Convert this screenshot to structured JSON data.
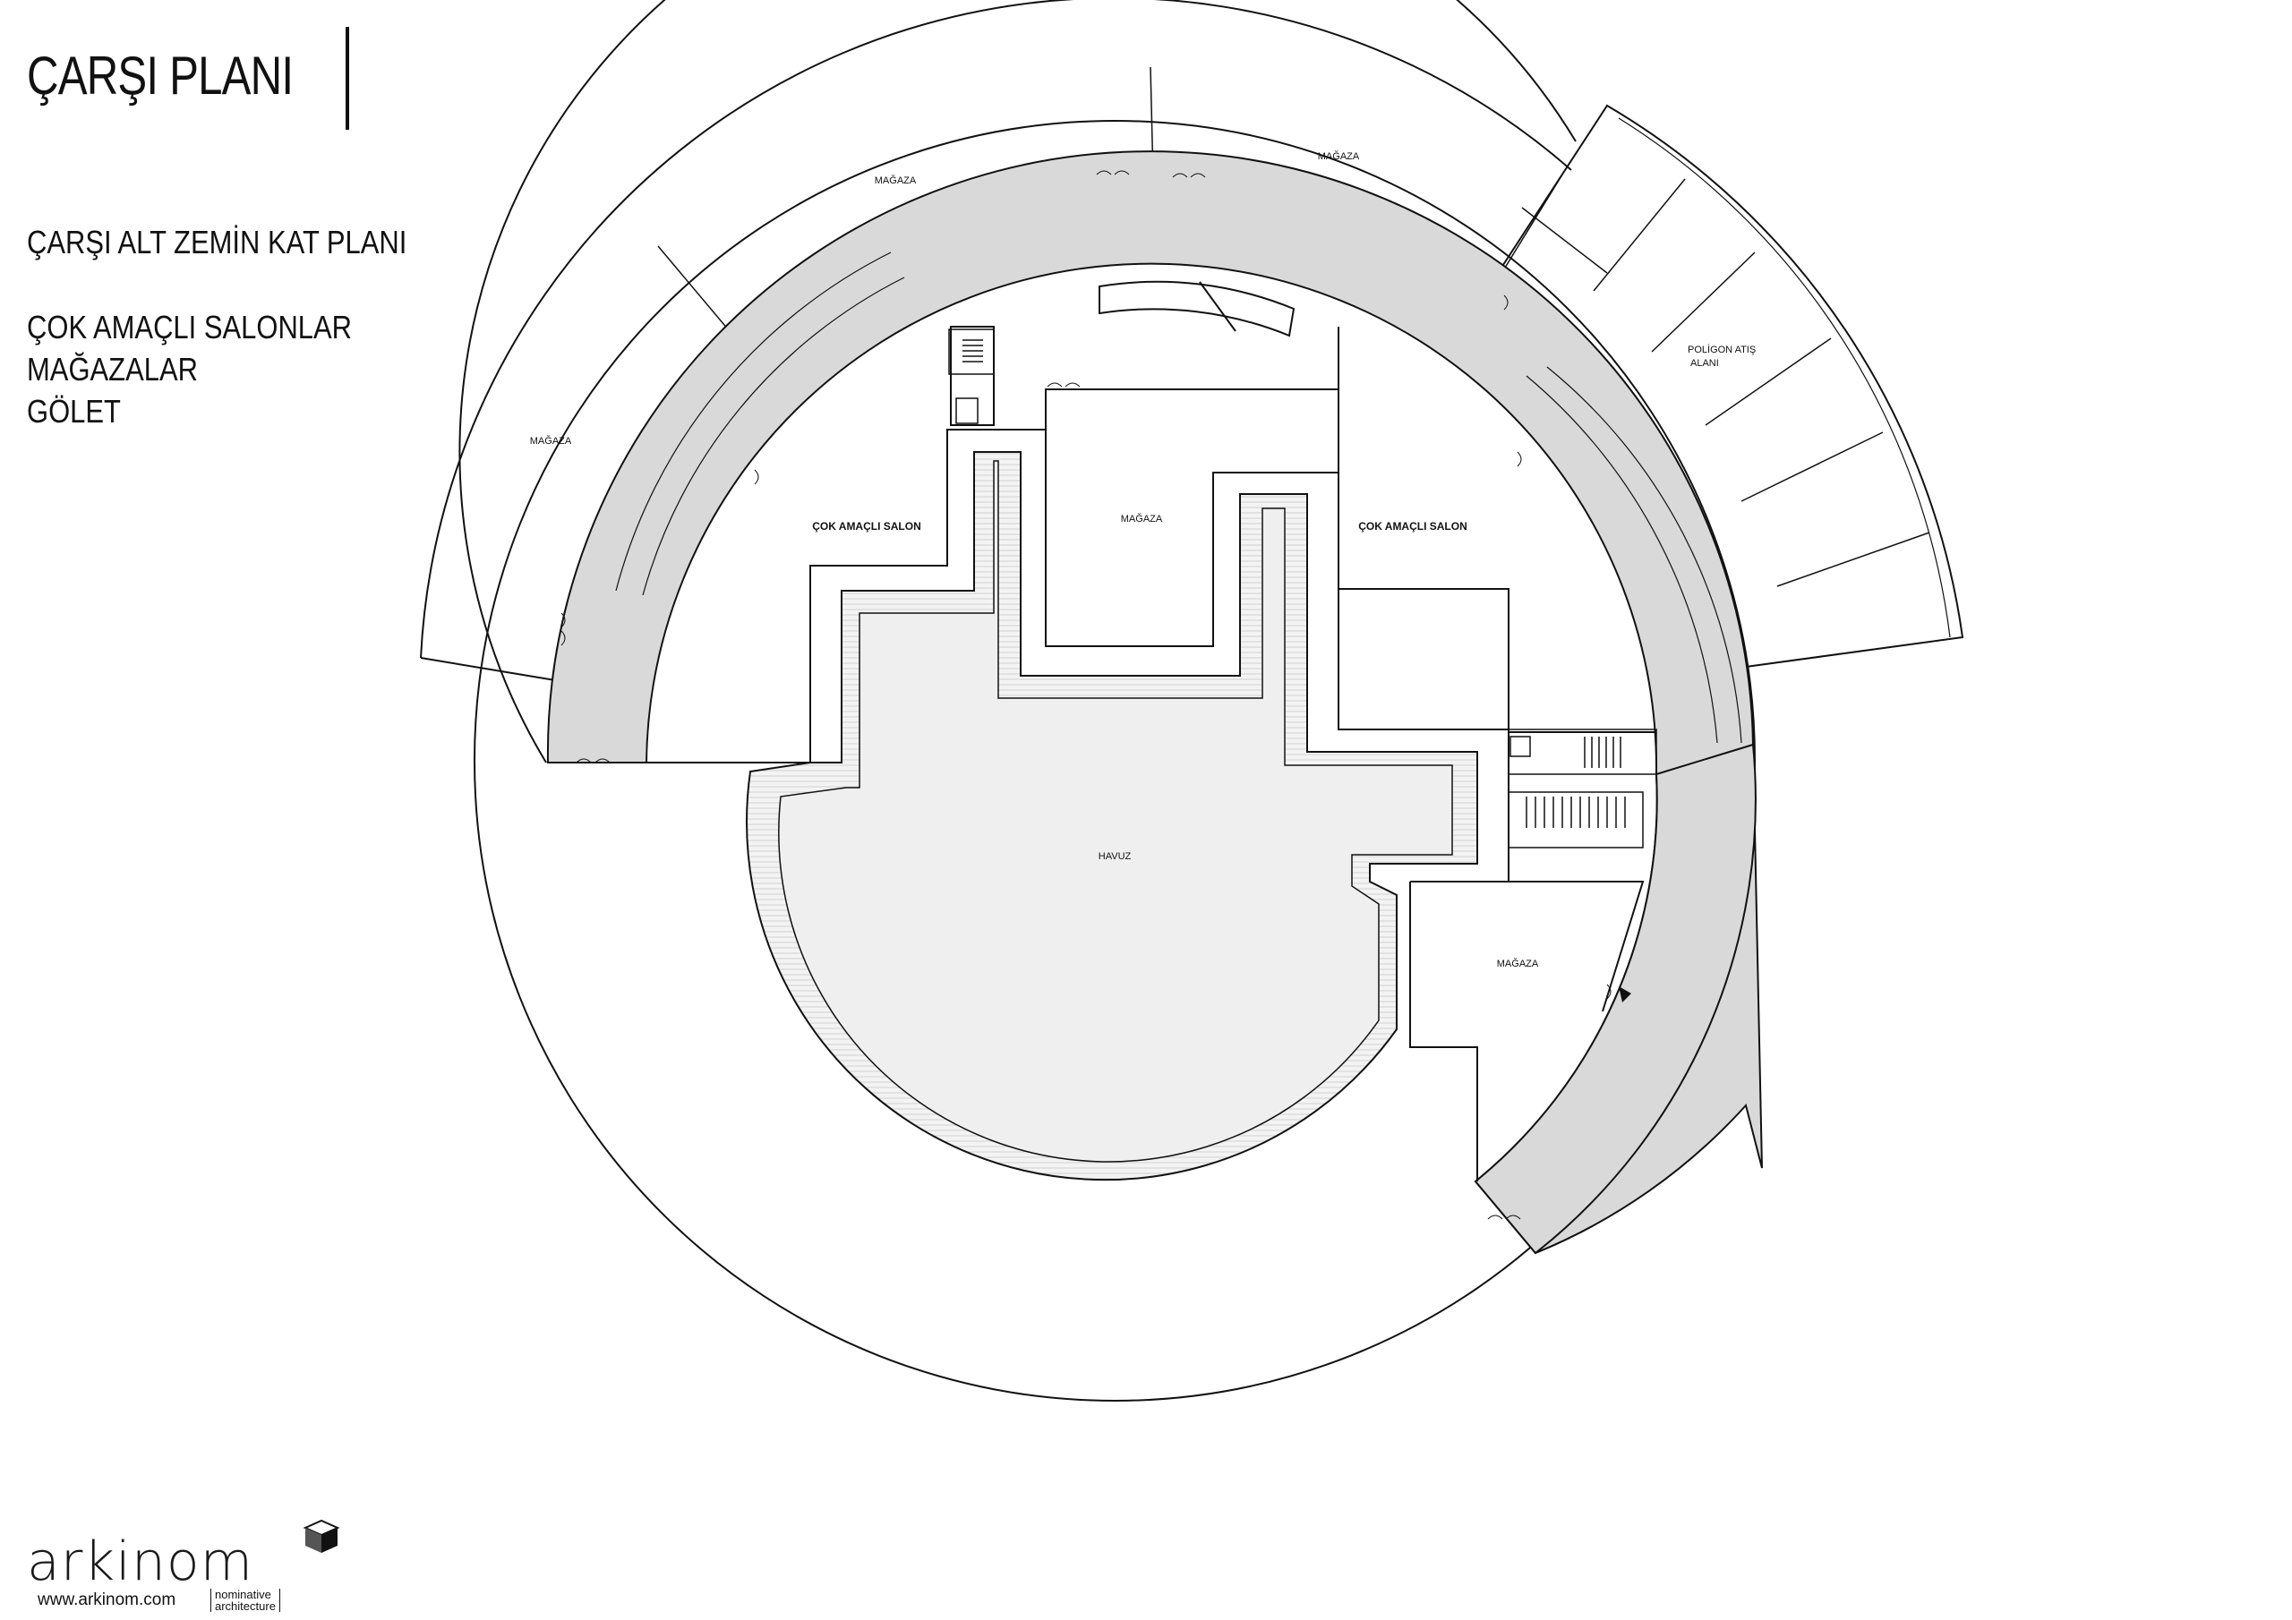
{
  "header": {
    "title": "ÇARŞI PLANI",
    "lines": [
      "ÇARŞI ALT ZEMİN KAT PLANI",
      "ÇOK AMAÇLI SALONLAR",
      "MAĞAZALAR",
      "GÖLET"
    ]
  },
  "plan": {
    "rooms": {
      "store_nw": "MAĞAZA",
      "store_n": "MAĞAZA",
      "store_ne": "MAĞAZA",
      "store_center": "MAĞAZA",
      "store_se": "MAĞAZA",
      "salon_left": "ÇOK AMAÇLI SALON",
      "salon_right": "ÇOK AMAÇLI SALON",
      "pool": "HAVUZ",
      "range_line1": "POLİGON ATIŞ",
      "range_line2": "ALANI"
    },
    "colors": {
      "corridor": "#d9d9d9",
      "pool": "#f0f0f0",
      "line": "#111111"
    }
  },
  "logo": {
    "wordmark": "arkinom",
    "url": "www.arkinom.com",
    "tagline_1": "nominative",
    "tagline_2": "architecture"
  }
}
